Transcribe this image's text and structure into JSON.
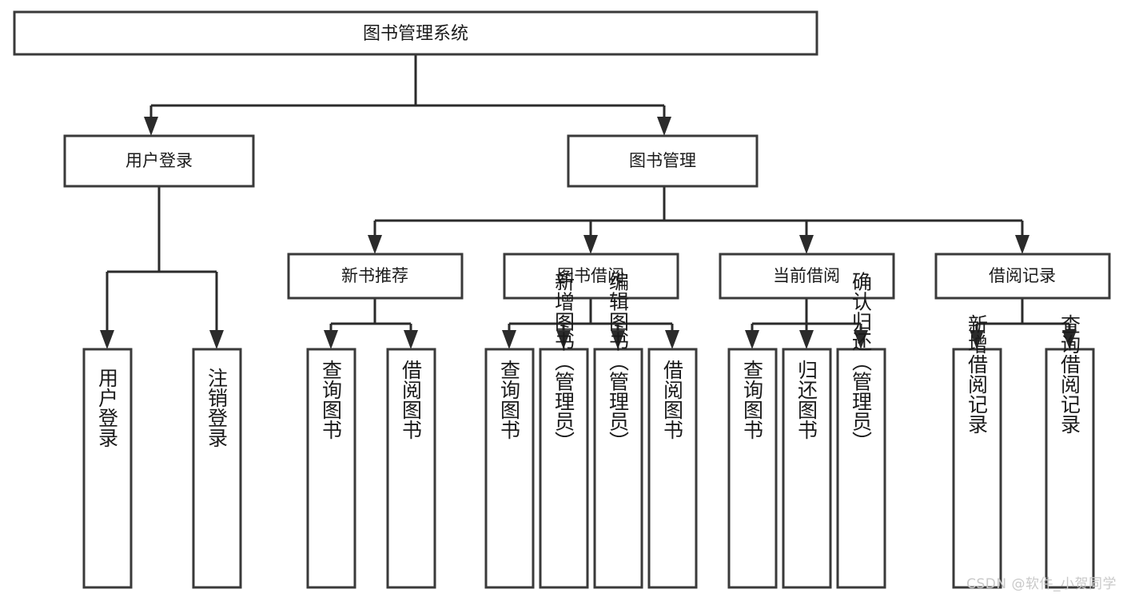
{
  "diagram": {
    "type": "tree",
    "title": "图书管理系统",
    "watermark": "CSDN @软件_小贺同学",
    "levels": {
      "root": "图书管理系统",
      "level2": [
        "用户登录",
        "图书管理"
      ],
      "level3": [
        "新书推荐",
        "图书借阅",
        "当前借阅",
        "借阅记录"
      ],
      "leaves": [
        "用户登录",
        "注销登录",
        "查询图书",
        "借阅图书",
        "查询图书",
        "新增图书（管理员）",
        "编辑图书（管理员）",
        "借阅图书",
        "查询图书",
        "归还图书",
        "确认归还（管理员）",
        "新增借阅记录",
        "查询借阅记录"
      ]
    },
    "nodes": {
      "root": {
        "label": "图书管理系统"
      },
      "user_login": {
        "label": "用户登录"
      },
      "book_manage": {
        "label": "图书管理"
      },
      "new_book_rec": {
        "label": "新书推荐"
      },
      "book_borrow": {
        "label": "图书借阅"
      },
      "current_borrow": {
        "label": "当前借阅"
      },
      "borrow_record": {
        "label": "借阅记录"
      }
    },
    "leaf_nodes": {
      "login_user": {
        "label": "用户登录"
      },
      "logout_user": {
        "label": "注销登录"
      },
      "rec_query_book": {
        "label": "查询图书"
      },
      "rec_borrow_book": {
        "label": "借阅图书"
      },
      "borrow_query_book": {
        "label": "查询图书"
      },
      "borrow_add_book": {
        "label": "新增图书（管理员）"
      },
      "borrow_edit_book": {
        "label": "编辑图书（管理员）"
      },
      "borrow_borrow_book": {
        "label": "借阅图书"
      },
      "cur_query_book": {
        "label": "查询图书"
      },
      "cur_return_book": {
        "label": "归还图书"
      },
      "cur_confirm_return": {
        "label": "确认归还（管理员）"
      },
      "rec_add_record": {
        "label": "新增借阅记录"
      },
      "rec_query_record": {
        "label": "查询借阅记录"
      }
    },
    "colors": {
      "background": "#ffffff",
      "box_fill": "#ffffff",
      "box_stroke": "#3a3a3a",
      "connector": "#2b2b2b",
      "text": "#1a1a1a",
      "watermark": "#c9c9c9"
    }
  }
}
